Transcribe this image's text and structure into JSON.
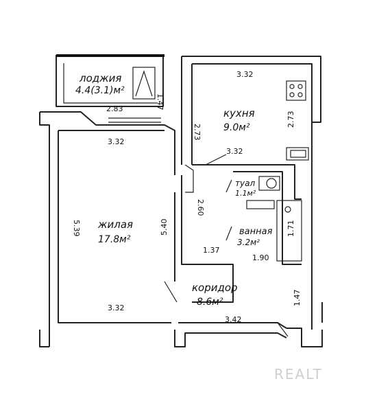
{
  "plan": {
    "rooms": {
      "loggia": {
        "name": "лоджия",
        "area": "4.4(3.1)м²"
      },
      "kitchen": {
        "name": "кухня",
        "area": "9.0м²"
      },
      "living": {
        "name": "жилая",
        "area": "17.8м²"
      },
      "toilet": {
        "name": "туал",
        "area": "1.1м²"
      },
      "bathroom": {
        "name": "ванная",
        "area": "3.2м²"
      },
      "corridor": {
        "name": "коридор",
        "area": "8.6м²"
      }
    },
    "dimensions": {
      "loggia_width": "2.83",
      "loggia_depth": "1.47",
      "kitchen_top": "3.32",
      "kitchen_left": "2.73",
      "kitchen_right": "2.73",
      "kitchen_bottom": "3.32",
      "living_top": "3.32",
      "living_left": "5.39",
      "living_right": "5.40",
      "living_bottom": "3.32",
      "hall_side": "2.60",
      "bath_left": "1.37",
      "bath_bottom": "1.90",
      "bath_right": "1.71",
      "corridor_bottom": "3.42",
      "corridor_right": "1.47"
    },
    "watermark": "REALT"
  }
}
